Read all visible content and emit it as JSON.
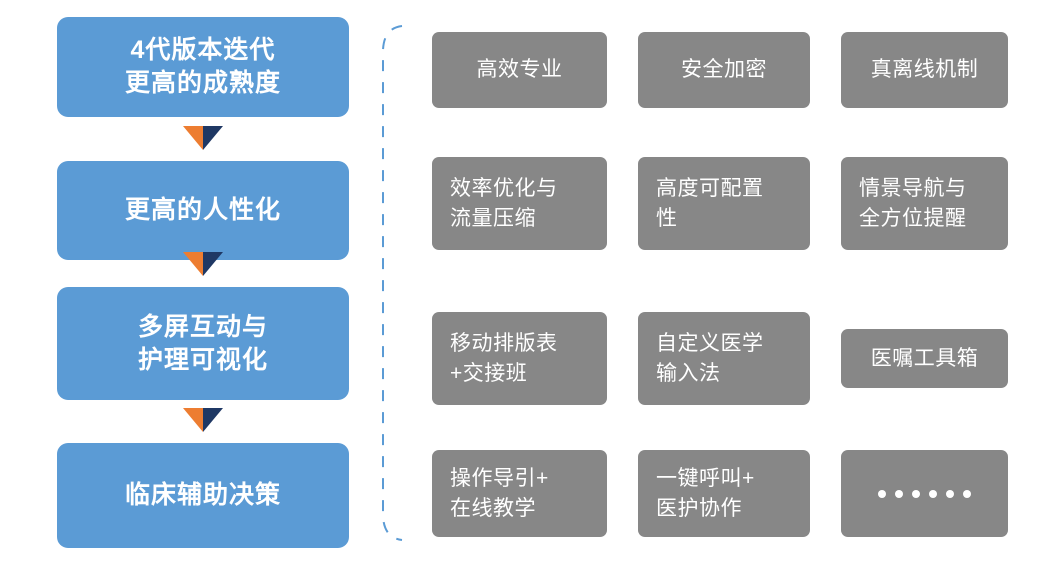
{
  "diagram": {
    "title_flow_label": "4代版本迭代\n更高的成熟度",
    "colors": {
      "flow_box_fill": "#5B9BD5",
      "feature_box_fill": "#878787",
      "arrow_left_half": "#ED7D31",
      "arrow_right_half": "#1F3864",
      "bracket_stroke": "#5B9BD5",
      "text": "#FFFFFF",
      "background": "#FFFFFF"
    },
    "flow": {
      "steps": [
        {
          "label": "4代版本迭代\n更高的成熟度"
        },
        {
          "label": "更高的人性化"
        },
        {
          "label": "多屏互动与\n护理可视化"
        },
        {
          "label": "临床辅助决策"
        }
      ],
      "connectors": [
        {
          "name": "chevron-arrow-1"
        },
        {
          "name": "chevron-arrow-2"
        },
        {
          "name": "chevron-arrow-3"
        }
      ]
    },
    "bracket": {
      "name": "dashed-bracket",
      "style": "dashed",
      "orientation": "vertical-left-brace"
    },
    "features": {
      "rows": [
        {
          "items": [
            {
              "label": "高效专业",
              "align": "center"
            },
            {
              "label": "安全加密",
              "align": "center"
            },
            {
              "label": "真离线机制",
              "align": "center"
            }
          ]
        },
        {
          "items": [
            {
              "label": "效率优化与\n流量压缩",
              "align": "left"
            },
            {
              "label": "高度可配置\n性",
              "align": "left"
            },
            {
              "label": "情景导航与\n全方位提醒",
              "align": "left"
            }
          ]
        },
        {
          "items": [
            {
              "label": "移动排版表\n+交接班",
              "align": "left"
            },
            {
              "label": "自定义医学\n输入法",
              "align": "left"
            },
            {
              "label": "医嘱工具箱",
              "align": "center"
            }
          ]
        },
        {
          "items": [
            {
              "label": "操作导引+\n在线教学",
              "align": "left"
            },
            {
              "label": "一键呼叫+\n医护协作",
              "align": "left"
            },
            {
              "label": "······",
              "align": "center",
              "is_dots": true,
              "dot_count": 6
            }
          ]
        }
      ]
    }
  }
}
